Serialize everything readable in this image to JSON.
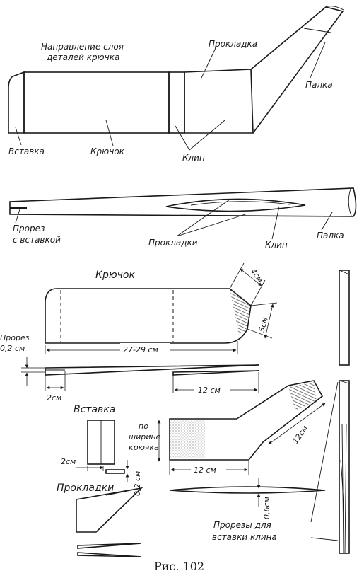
{
  "top_view": {
    "title_line1": "Направление слоя",
    "title_line2": "деталей крючка",
    "label_prokladka": "Прокладка",
    "label_palka": "Палка",
    "label_vstavka": "Вставка",
    "label_kryuchok": "Крючок",
    "label_klin": "Клин"
  },
  "side_view": {
    "label_prorez_line1": "Прорез",
    "label_prorez_line2": "с вставкой",
    "label_prokladki": "Прокладки",
    "label_klin": "Клин",
    "label_palka": "Палка"
  },
  "hook_detail": {
    "title": "Крючок",
    "dim_4": "4см",
    "dim_5": "5см",
    "dim_length": "27-29 см",
    "prorez_line1": "Прорез",
    "prorez_line2": "0,2 см",
    "dim_2": "2см",
    "dim_12": "12 см"
  },
  "insert_detail": {
    "title": "Вставка",
    "width_line1": "по",
    "width_line2": "ширине",
    "width_line3": "крючка",
    "dim_2": "2см",
    "dim_02": "0,2 см"
  },
  "pad_detail": {
    "title": "Прокладки",
    "dim_12_horizontal": "12 см",
    "dim_12_diagonal": "12см",
    "dim_06": "0,6см"
  },
  "wedge_slots": {
    "label_line1": "Прорезы для",
    "label_line2": "вставки клина"
  },
  "caption": "Рис. 102"
}
